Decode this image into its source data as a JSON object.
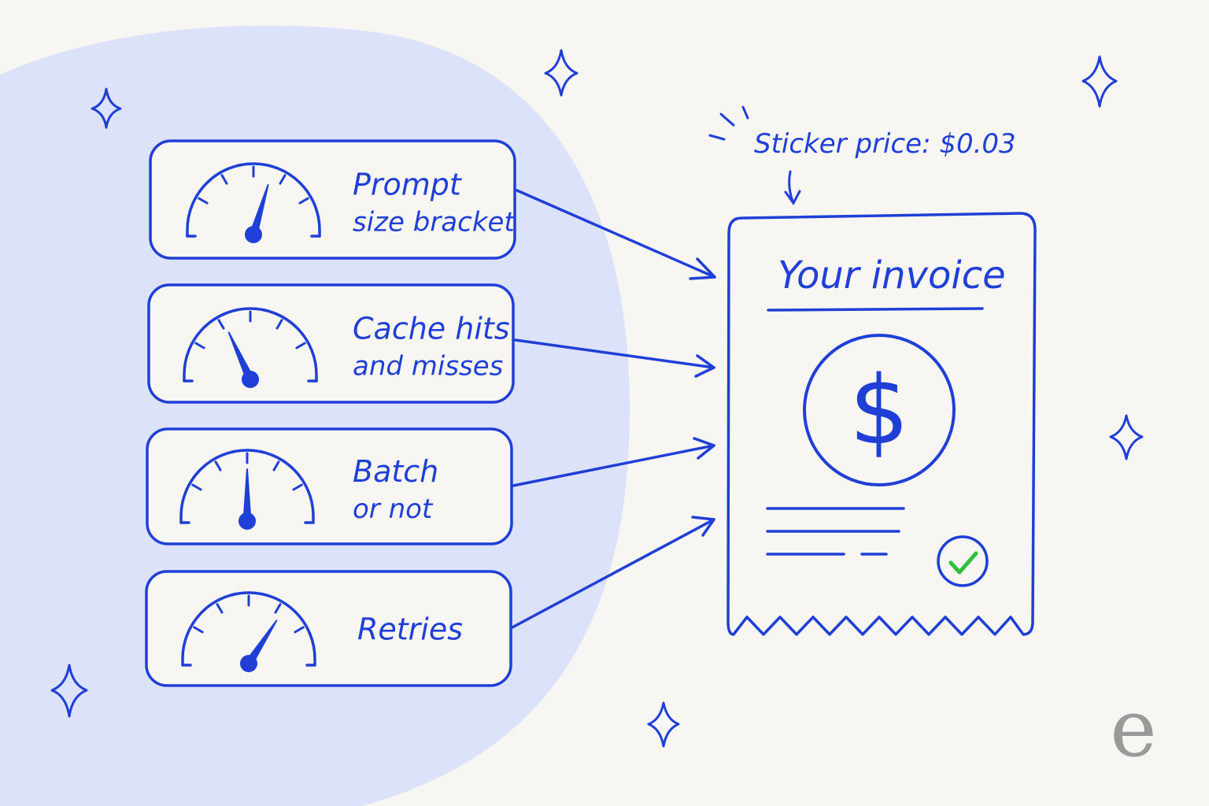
{
  "colors": {
    "ink": "#1f3fd6",
    "blob": "#dde2fb",
    "background": "#f7f6f2",
    "check": "#2fbf3a",
    "logo": "#9a9a9a"
  },
  "factors": [
    {
      "line1": "Prompt",
      "line2": "size bracket",
      "needle_level": 0.6,
      "icon": "gauge-icon"
    },
    {
      "line1": "Cache hits",
      "line2": "and misses",
      "needle_level": 0.35,
      "icon": "gauge-icon"
    },
    {
      "line1": "Batch",
      "line2": "or not",
      "needle_level": 0.5,
      "icon": "gauge-icon"
    },
    {
      "line1": "Retries",
      "line2": "",
      "needle_level": 0.7,
      "icon": "gauge-icon"
    }
  ],
  "sticker_price": "Sticker price: $0.03",
  "invoice": {
    "title": "Your invoice",
    "currency_symbol": "$",
    "icons": [
      "dollar-coin-icon",
      "checkmark-icon"
    ]
  },
  "logo_text": "e"
}
